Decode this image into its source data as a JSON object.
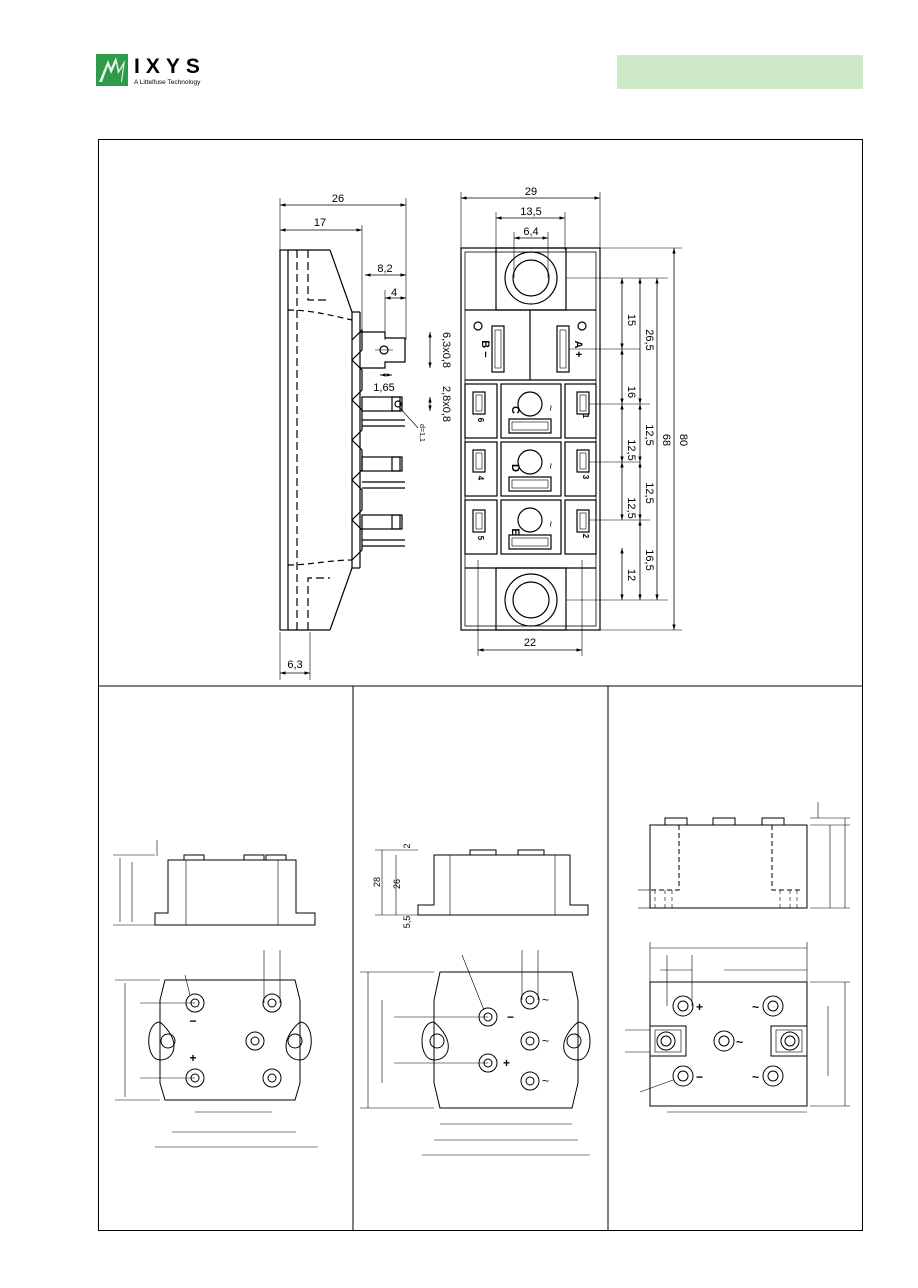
{
  "brand": {
    "name": "IXYS",
    "tagline": "A Littelfuse Technology",
    "colors": {
      "logo_green": "#2e9b48",
      "banner_green": "#cfe8c8"
    }
  },
  "dimensions": {
    "side_total": "26",
    "side_17": "17",
    "side_8_2": "8,2",
    "side_4": "4",
    "tab_main": "6,3x0,8",
    "side_1_65": "1,65",
    "tab_small": "2,8x0,8",
    "hole": "d=1,1",
    "base_6_3": "6,3",
    "top_29": "29",
    "top_13_5": "13,5",
    "top_6_4": "6,4",
    "bottom_22": "22",
    "v_15": "15",
    "v_26_5": "26,5",
    "v_16": "16",
    "v_12_5_a": "12,5",
    "v_12_5_b": "12,5",
    "v_12_5_c": "12,5",
    "v_12_5_d": "12,5",
    "v_16_5": "16,5",
    "v_12": "12",
    "v_68": "68",
    "v_80": "80",
    "p2_2": "2",
    "p2_28": "28",
    "p2_26": "26",
    "p2_5_5": "5,5"
  },
  "terminals": {
    "b_minus": "B −",
    "a_plus": "A +",
    "c": "C",
    "d": "D",
    "e": "E",
    "pin1": "1",
    "pin2": "2",
    "pin3": "3",
    "pin4": "4",
    "pin5": "5",
    "pin6": "6",
    "ac": "~",
    "plus": "+",
    "minus": "−"
  }
}
